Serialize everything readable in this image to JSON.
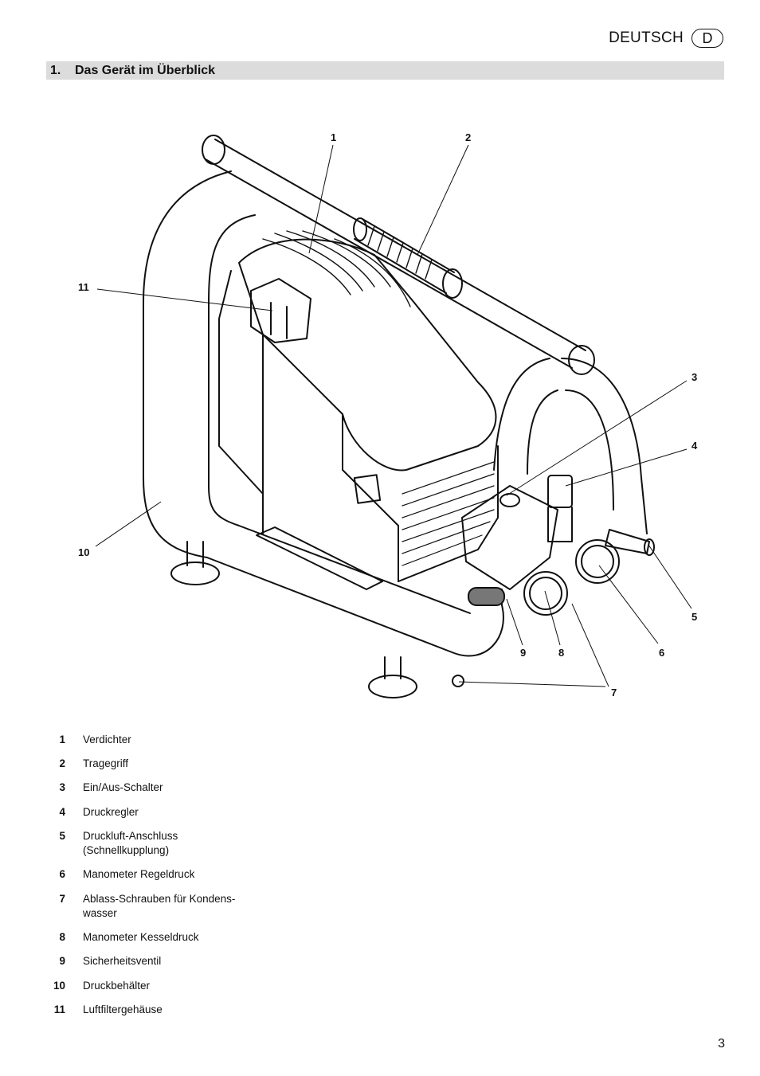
{
  "header": {
    "language": "DEUTSCH",
    "badge": "D"
  },
  "section": {
    "number": "1.",
    "title": "Das Gerät im Überblick"
  },
  "figure": {
    "callouts": [
      "1",
      "2",
      "3",
      "4",
      "5",
      "6",
      "7",
      "8",
      "9",
      "10",
      "11"
    ]
  },
  "legend": [
    {
      "num": "1",
      "text": "Verdichter"
    },
    {
      "num": "2",
      "text": "Tragegriff"
    },
    {
      "num": "3",
      "text": "Ein/Aus-Schalter"
    },
    {
      "num": "4",
      "text": "Druckregler"
    },
    {
      "num": "5",
      "text": "Druckluft-Anschluss (Schnellkupplung)"
    },
    {
      "num": "6",
      "text": "Manometer Regeldruck"
    },
    {
      "num": "7",
      "text": "Ablass-Schrauben für Kondens-wasser"
    },
    {
      "num": "8",
      "text": "Manometer Kesseldruck"
    },
    {
      "num": "9",
      "text": "Sicherheitsventil"
    },
    {
      "num": "10",
      "text": "Druckbehälter"
    },
    {
      "num": "11",
      "text": "Luftfiltergehäuse"
    }
  ],
  "page": {
    "number": "3"
  }
}
